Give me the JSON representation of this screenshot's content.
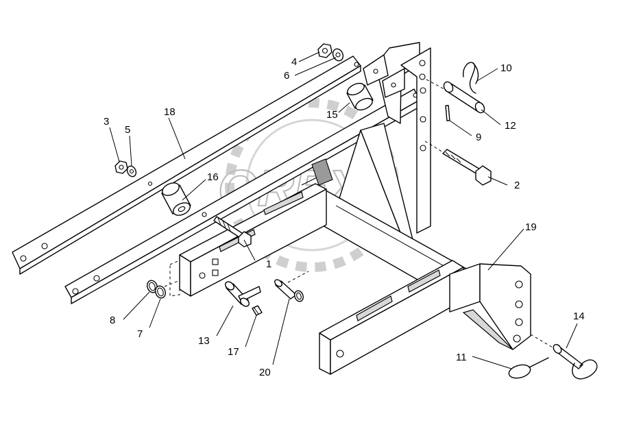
{
  "watermark": {
    "text": "OREX"
  },
  "callouts": [
    {
      "id": "1",
      "label": "1"
    },
    {
      "id": "2",
      "label": "2"
    },
    {
      "id": "3",
      "label": "3"
    },
    {
      "id": "4",
      "label": "4"
    },
    {
      "id": "5",
      "label": "5"
    },
    {
      "id": "6",
      "label": "6"
    },
    {
      "id": "7",
      "label": "7"
    },
    {
      "id": "8",
      "label": "8"
    },
    {
      "id": "9",
      "label": "9"
    },
    {
      "id": "10",
      "label": "10"
    },
    {
      "id": "11",
      "label": "11"
    },
    {
      "id": "12",
      "label": "12"
    },
    {
      "id": "13",
      "label": "13"
    },
    {
      "id": "14",
      "label": "14"
    },
    {
      "id": "15",
      "label": "15"
    },
    {
      "id": "16",
      "label": "16"
    },
    {
      "id": "17",
      "label": "17"
    },
    {
      "id": "18",
      "label": "18"
    },
    {
      "id": "19",
      "label": "19"
    },
    {
      "id": "20",
      "label": "20"
    }
  ]
}
